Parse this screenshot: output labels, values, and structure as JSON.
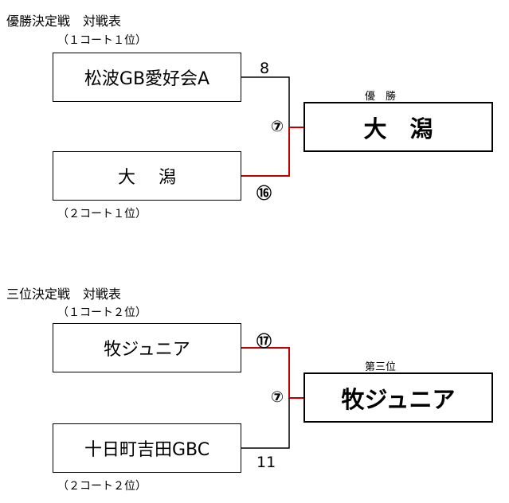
{
  "final": {
    "title": "優勝決定戦　対戦表",
    "top_court": "（１コート１位）",
    "bottom_court": "（２コート１位）",
    "team_top": "松波GB愛好会A",
    "team_bottom": "大　 潟",
    "score_top": "8",
    "score_bottom": "⑯",
    "game_no": "⑦",
    "winner_label": "優　勝",
    "winner": "大　潟"
  },
  "third": {
    "title": "三位決定戦　対戦表",
    "top_court": "（１コート２位）",
    "bottom_court": "（２コート２位）",
    "team_top": "牧ジュニア",
    "team_bottom": "十日町吉田GBC",
    "score_top": "⑰",
    "score_bottom": "11",
    "game_no": "⑦",
    "winner_label": "第三位",
    "winner": "牧ジュニア"
  },
  "colors": {
    "winner_line": "#c00000",
    "line": "#000000"
  }
}
